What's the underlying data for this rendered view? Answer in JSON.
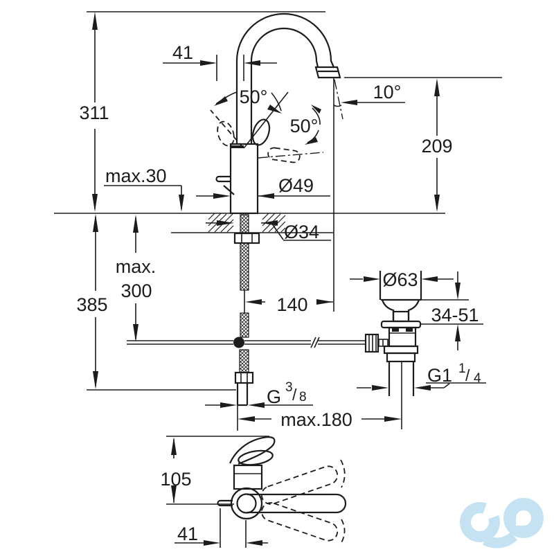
{
  "colors": {
    "ink": "#1c1c1c",
    "paper": "#ffffff",
    "logo": "#c5e2f2"
  },
  "labels": {
    "total_height": "311",
    "handle_clearance_top": "41",
    "swing_angle_left": "50°",
    "swing_angle_right": "50°",
    "jet_angle": "10°",
    "spout_height": "209",
    "deck_thickness": "max.30",
    "body_diameter": "Ø49",
    "hole_diameter": "Ø34",
    "hose_max_line1": "max.",
    "hose_max_line2": "300",
    "depth_total": "385",
    "spout_reach": "140",
    "drain_flange_diameter": "Ø63",
    "deck_range": "34-51",
    "drain_thread": {
      "base": "G1",
      "sup": "1",
      "slash": "/",
      "sub": "4"
    },
    "supply_thread": {
      "base": "G",
      "sup": "3",
      "slash": "/",
      "sub": "8"
    },
    "rod_max": "max.180",
    "front_height": "105",
    "front_offset": "41"
  }
}
